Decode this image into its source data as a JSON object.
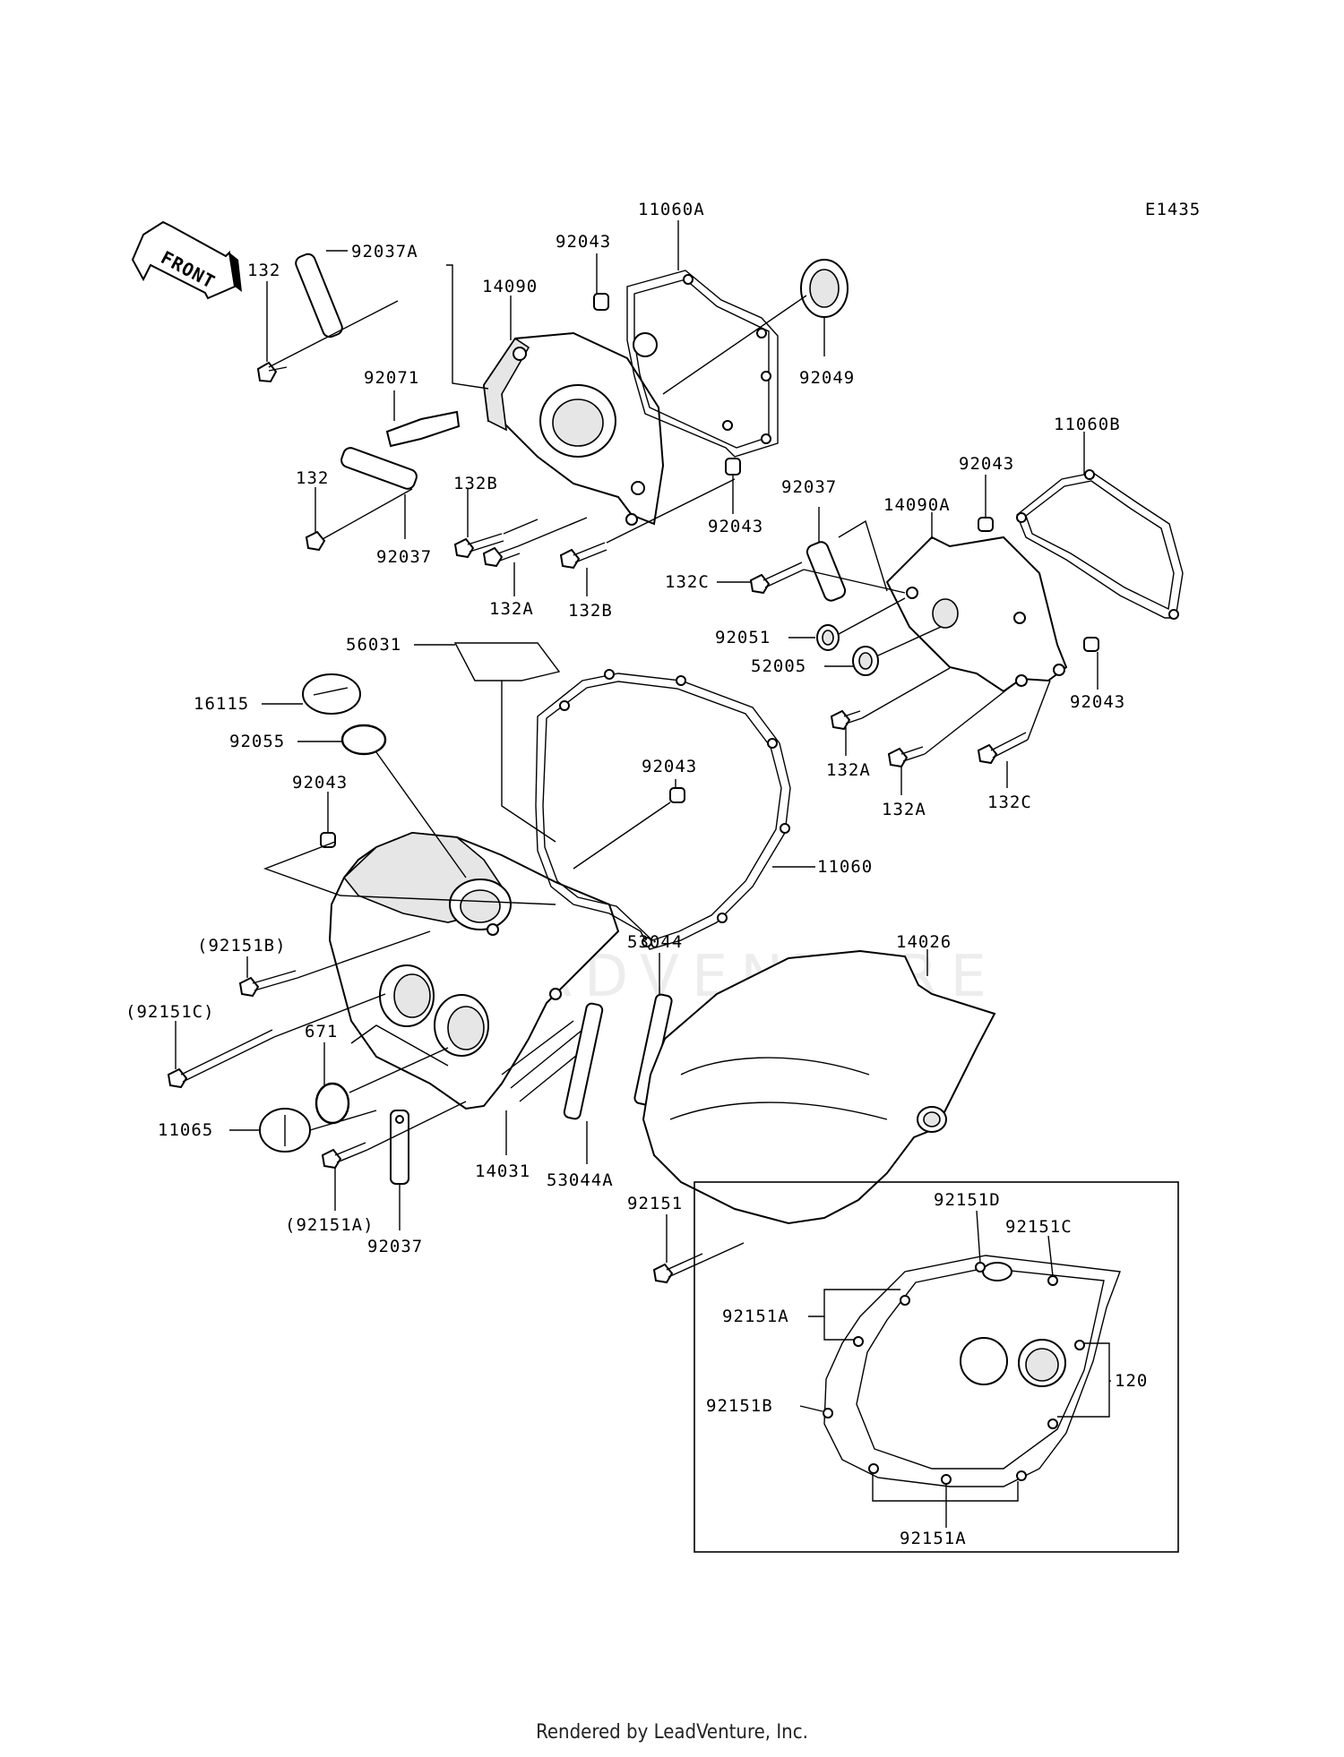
{
  "diagram_code": "E1435",
  "front_label": "FRONT",
  "watermark": "LEADVENTURE",
  "footer": "Rendered by LeadVenture, Inc.",
  "callouts": {
    "c11060A": "11060A",
    "c92043_a": "92043",
    "c92037A": "92037A",
    "c132_a": "132",
    "c14090": "14090",
    "c92049": "92049",
    "c92071": "92071",
    "c132_b": "132",
    "c132B_a": "132B",
    "c92037_a": "92037",
    "c132A_a": "132A",
    "c132B_b": "132B",
    "c92043_b": "92043",
    "c11060B": "11060B",
    "c92043_c": "92043",
    "c92037_b": "92037",
    "c14090A": "14090A",
    "c132C_a": "132C",
    "c92051": "92051",
    "c52005": "52005",
    "c92043_d": "92043",
    "c132A_b": "132A",
    "c132A_c": "132A",
    "c132C_b": "132C",
    "c56031": "56031",
    "c16115": "16115",
    "c92055": "92055",
    "c92043_e": "92043",
    "c92043_f": "92043",
    "c11060": "11060",
    "c92151B_p": "(92151B)",
    "c92151C_p": "(92151C)",
    "c671": "671",
    "c11065": "11065",
    "c92151A_p": "(92151A)",
    "c92037_c": "92037",
    "c14031": "14031",
    "c53044": "53044",
    "c53044A": "53044A",
    "c14026": "14026",
    "c92151": "92151",
    "c92151D": "92151D",
    "c92151C": "92151C",
    "c92151A_a": "92151A",
    "c120": "120",
    "c92151B": "92151B",
    "c92151A_b": "92151A"
  }
}
